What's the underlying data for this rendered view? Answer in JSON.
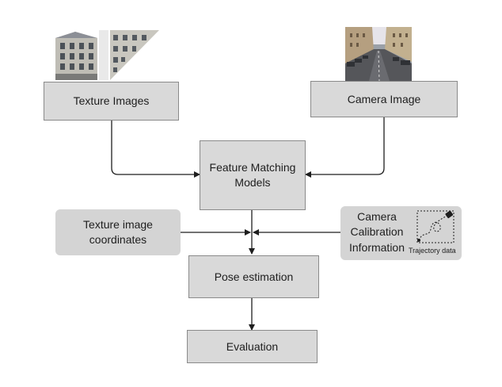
{
  "nodes": {
    "texture_images": "Texture Images",
    "camera_image": "Camera Image",
    "feature_matching": "Feature Matching\nModels",
    "texture_coords": "Texture image\ncoordinates",
    "camera_calibration": "Camera\nCalibration\nInformation",
    "trajectory_label": "Trajectory data",
    "pose_estimation": "Pose estimation",
    "evaluation": "Evaluation"
  },
  "pictures": {
    "texture_thumbnails": "building-facade-photos",
    "camera_thumbnail": "street-scene-photo",
    "trajectory_icon": "trajectory-icon"
  },
  "colors": {
    "box_fill": "#d9d9d9",
    "box_border": "#8a8a8a",
    "arrow": "#1e1e1e"
  }
}
